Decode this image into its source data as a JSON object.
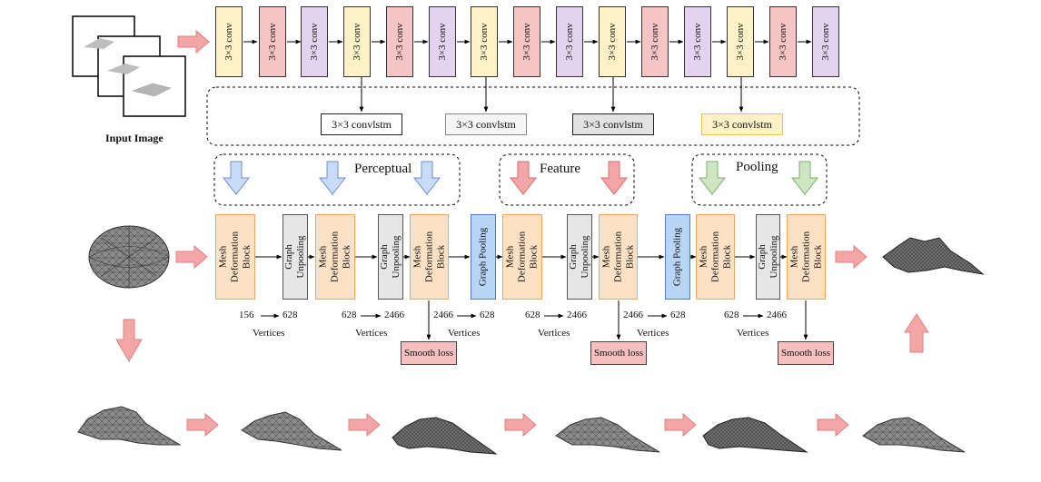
{
  "input_label": "Input Image",
  "conv_label": "3×3 conv",
  "convlstm_label": "3×3 convlstm",
  "perceptual_label": "Perceptual",
  "feature_label": "Feature",
  "pooling_label": "Pooling",
  "mesh_block_label": [
    "Mesh",
    "Deformation",
    "Block"
  ],
  "graph_unpool_label": [
    "Graph",
    "Unpooling"
  ],
  "graph_pool_label": "Graph Pooling",
  "smooth_loss_label": "Smooth loss",
  "vertices_label": "Vertices",
  "vertex_transitions": [
    {
      "from": "156",
      "to": "628"
    },
    {
      "from": "628",
      "to": "2466"
    },
    {
      "from": "2466",
      "to": "628"
    },
    {
      "from": "628",
      "to": "2466"
    },
    {
      "from": "2466",
      "to": "628"
    },
    {
      "from": "628",
      "to": "2466"
    }
  ],
  "colors": {
    "conv_yellow": "#fff2c8",
    "conv_red": "#f5c4c4",
    "conv_purple": "#e4d3ee",
    "mesh_block": "#fde1c4",
    "graph_gray": "#e6e6e6",
    "graph_pool_blue": "#b9d5f6",
    "arrow_red": "#f3a6a6",
    "arrow_blue": "#c9dcf7",
    "arrow_green": "#cfe6c4"
  }
}
